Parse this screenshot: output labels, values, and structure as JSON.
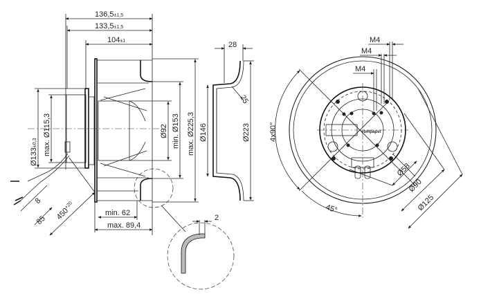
{
  "side_view": {
    "dim_overall": "136,5",
    "dim_overall_tol": "±1,5",
    "dim_body": "133,5",
    "dim_body_tol": "±1,5",
    "dim_impeller": "104",
    "dim_impeller_tol": "±1",
    "dia_motor": "Ø133",
    "dia_motor_tol": "±0,3",
    "dia_max_motor": "max. Ø115,3",
    "dia_hub": "Ø92",
    "dia_min_inlet": "min. Ø153",
    "dia_max_impeller": "max. Ø225,3",
    "cable_8": "8",
    "cable_85": "85",
    "cable_length": "450",
    "cable_length_tol": "+20",
    "min_62": "min. 62",
    "max_89": "max. 89,4"
  },
  "detail_view": {
    "dim_2": "2"
  },
  "inlet_ring": {
    "dim_28": "28",
    "angle_25": "25",
    "dia_146": "Ø146",
    "dia_223": "Ø223"
  },
  "front_view": {
    "m4_a": "M4",
    "m4_b": "M4",
    "m4_c": "M4",
    "angle_4x90": "4x90°",
    "angle_45": "45°",
    "dia_58": "Ø58",
    "dia_90": "Ø90",
    "dia_125": "Ø125",
    "brand": "ebmpapst"
  }
}
